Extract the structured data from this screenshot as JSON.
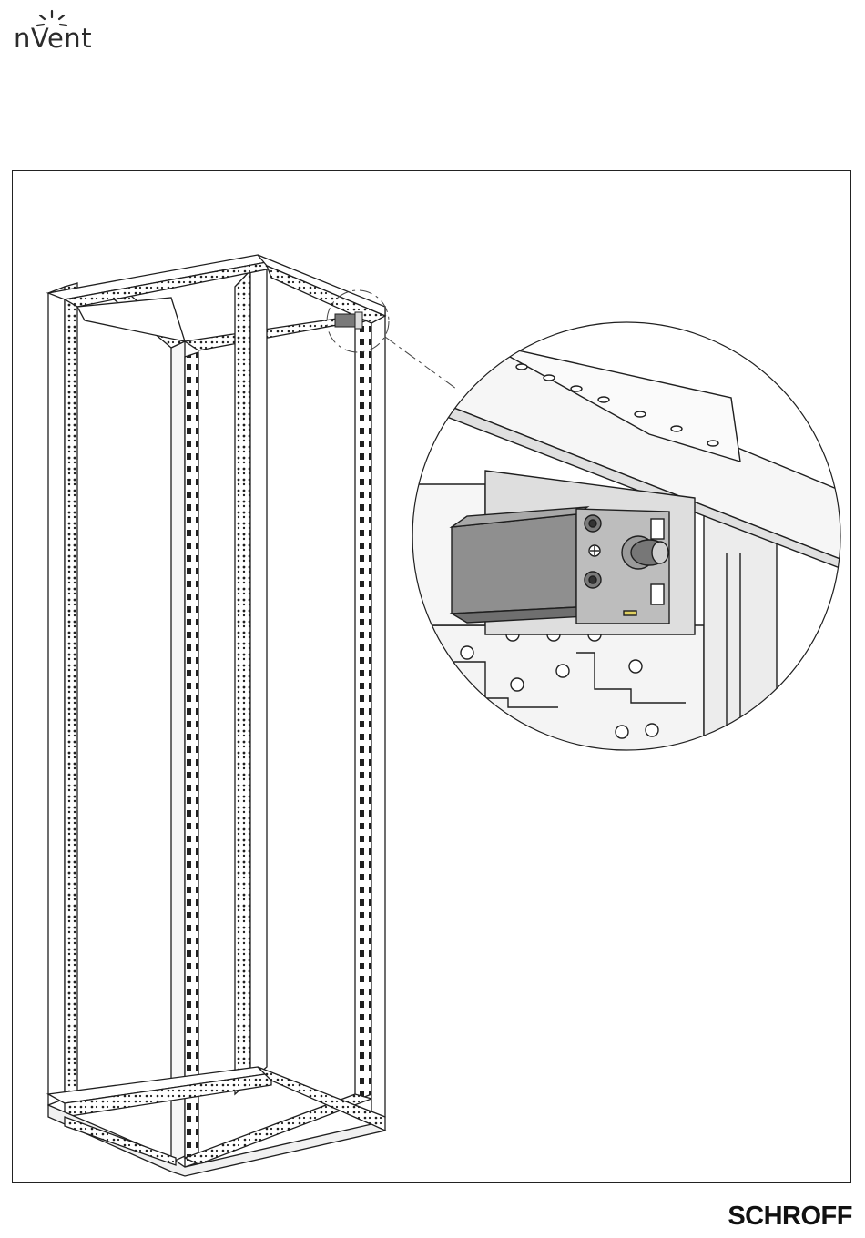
{
  "header": {
    "brand_logo_text": "nVent",
    "brand_word": "nVent"
  },
  "footer": {
    "brand_name": "SCHROFF"
  },
  "colors": {
    "line": "#1f1f1f",
    "steel": "#f3f3f3",
    "switch_body": "#8f8f8f",
    "switch_dark": "#5b5b5b"
  },
  "icons": {
    "logo": "nvent-burst-icon"
  }
}
